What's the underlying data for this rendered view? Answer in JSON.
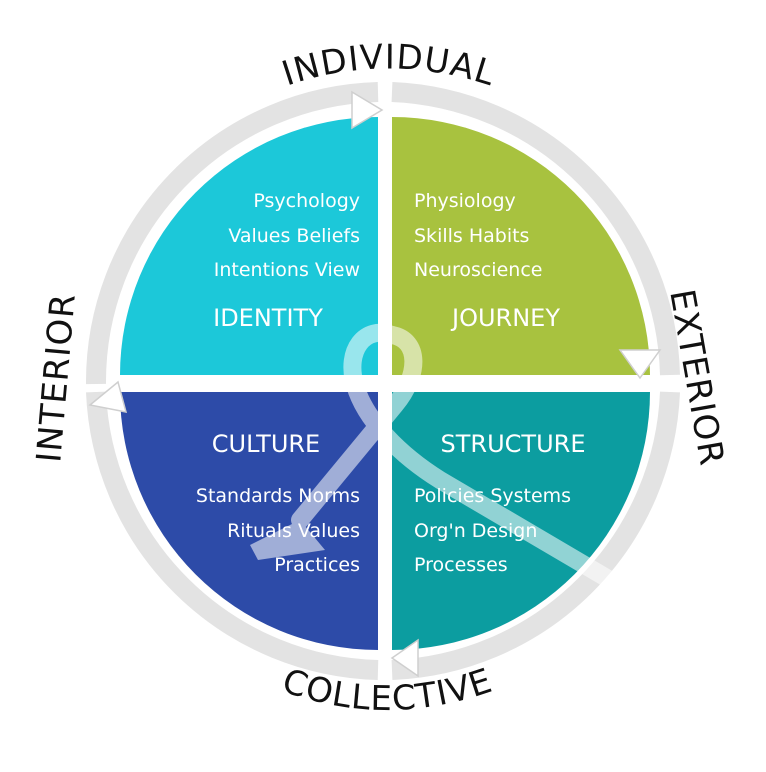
{
  "axes": {
    "top": "INDIVIDUAL",
    "right": "EXTERIOR",
    "bottom": "COLLECTIVE",
    "left": "INTERIOR"
  },
  "quadrants": {
    "identity": {
      "title": "IDENTITY",
      "items": [
        "Psychology",
        "Values Beliefs",
        "Intentions View"
      ],
      "color": "#1CC8D9"
    },
    "journey": {
      "title": "JOURNEY",
      "items": [
        "Physiology",
        "Skills Habits",
        "Neuroscience"
      ],
      "color": "#A8C23F"
    },
    "culture": {
      "title": "CULTURE",
      "items": [
        "Standards Norms",
        "Rituals Values",
        "Practices"
      ],
      "color": "#2D4BA8"
    },
    "structure": {
      "title": "STRUCTURE",
      "items": [
        "Policies Systems",
        "Org'n Design",
        "Processes"
      ],
      "color": "#0C9DA0"
    }
  }
}
